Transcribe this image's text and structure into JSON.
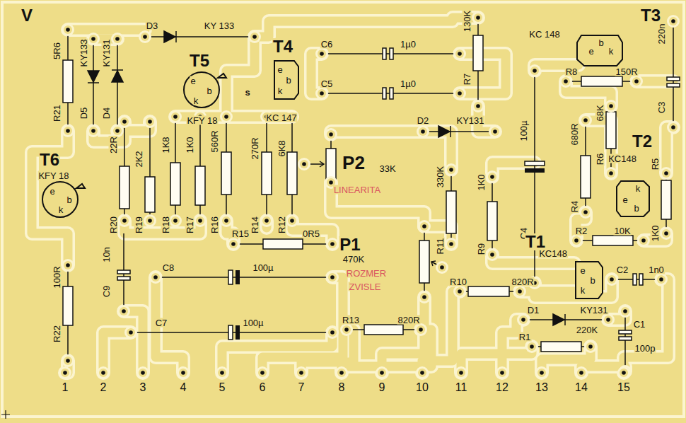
{
  "diagram": {
    "labels": [
      "V",
      "R21",
      "5R6",
      "D5",
      "KY133",
      "D4",
      "KY131",
      "D3",
      "KY 133",
      "T5",
      "KFY 18",
      "e",
      "b",
      "k",
      "T4",
      "KC 147",
      "e",
      "b",
      "k",
      "s",
      "C6",
      "1µ0",
      "C5",
      "1µ0",
      "130K",
      "R7",
      "T3",
      "KC 148",
      "e",
      "b",
      "k",
      "220n",
      "C3",
      "R8",
      "150R",
      "68K",
      "R6",
      "T2",
      "KC148",
      "e",
      "b",
      "k",
      "680R",
      "R4",
      "R5",
      "1K0",
      "100µ",
      "C4",
      "D2",
      "KY131",
      "P2",
      "33K",
      "LINEARITA",
      "330K",
      "R11",
      "1K0",
      "R9",
      "T6",
      "KFY 18",
      "e",
      "b",
      "k",
      "100R",
      "R22",
      "22R",
      "R20",
      "2K2",
      "R19",
      "1K8",
      "R18",
      "1K0",
      "R17",
      "560R",
      "R16",
      "270R",
      "R14",
      "6K8",
      "R12",
      "10n",
      "C9",
      "R15",
      "0R5",
      "C8",
      "100µ",
      "P1",
      "470K",
      "ROZMER",
      "ZVISLE",
      "R10",
      "820R",
      "C7",
      "100µ",
      "R13",
      "820R",
      "T1",
      "KC148",
      "e",
      "b",
      "k",
      "R2",
      "10K",
      "C2",
      "1n0",
      "D1",
      "KY131",
      "R1",
      "220K",
      "C1",
      "100p",
      "1",
      "2",
      "3",
      "4",
      "5",
      "6",
      "7",
      "8",
      "9",
      "10",
      "11",
      "12",
      "13",
      "14",
      "15"
    ]
  }
}
